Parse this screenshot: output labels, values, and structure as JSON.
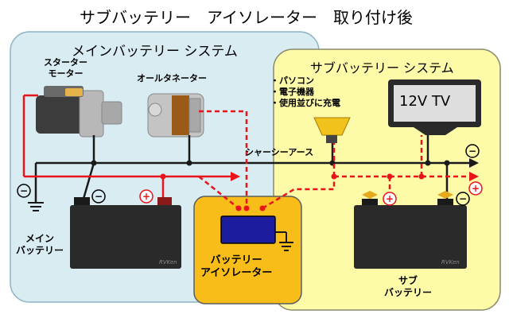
{
  "title": "サブバッテリー　アイソレーター　取り付け後",
  "main_system": {
    "title": "メインバッテリー システム",
    "starter_label_line1": "スターター",
    "starter_label_line2": "モーター",
    "alternator_label": "オールタネーター",
    "battery_label_line1": "メイン",
    "battery_label_line2": "バッテリー"
  },
  "sub_system": {
    "title": "サブバッテリー システム",
    "devices": [
      "パソコン",
      "電子機器",
      "使用並びに充電"
    ],
    "tv_label": "12V TV",
    "battery_label_line1": "サブ",
    "battery_label_line2": "バッテリー"
  },
  "isolator": {
    "label_line1": "バッテリー",
    "label_line2": "アイソレーター"
  },
  "chassis_ground_label": "シャーシーアース",
  "battery_brand": "RVKen",
  "colors": {
    "main_zone": "#d8ecf2",
    "sub_zone": "#fdfaa8",
    "isolator_zone": "#f9bd1a",
    "isolator_device": "#1c1ca8",
    "positive_wire": "#e8141c",
    "ground_wire": "#1a1a1a",
    "battery": "#2a2a2a"
  },
  "symbols": {
    "positive": "+",
    "negative": "−"
  }
}
